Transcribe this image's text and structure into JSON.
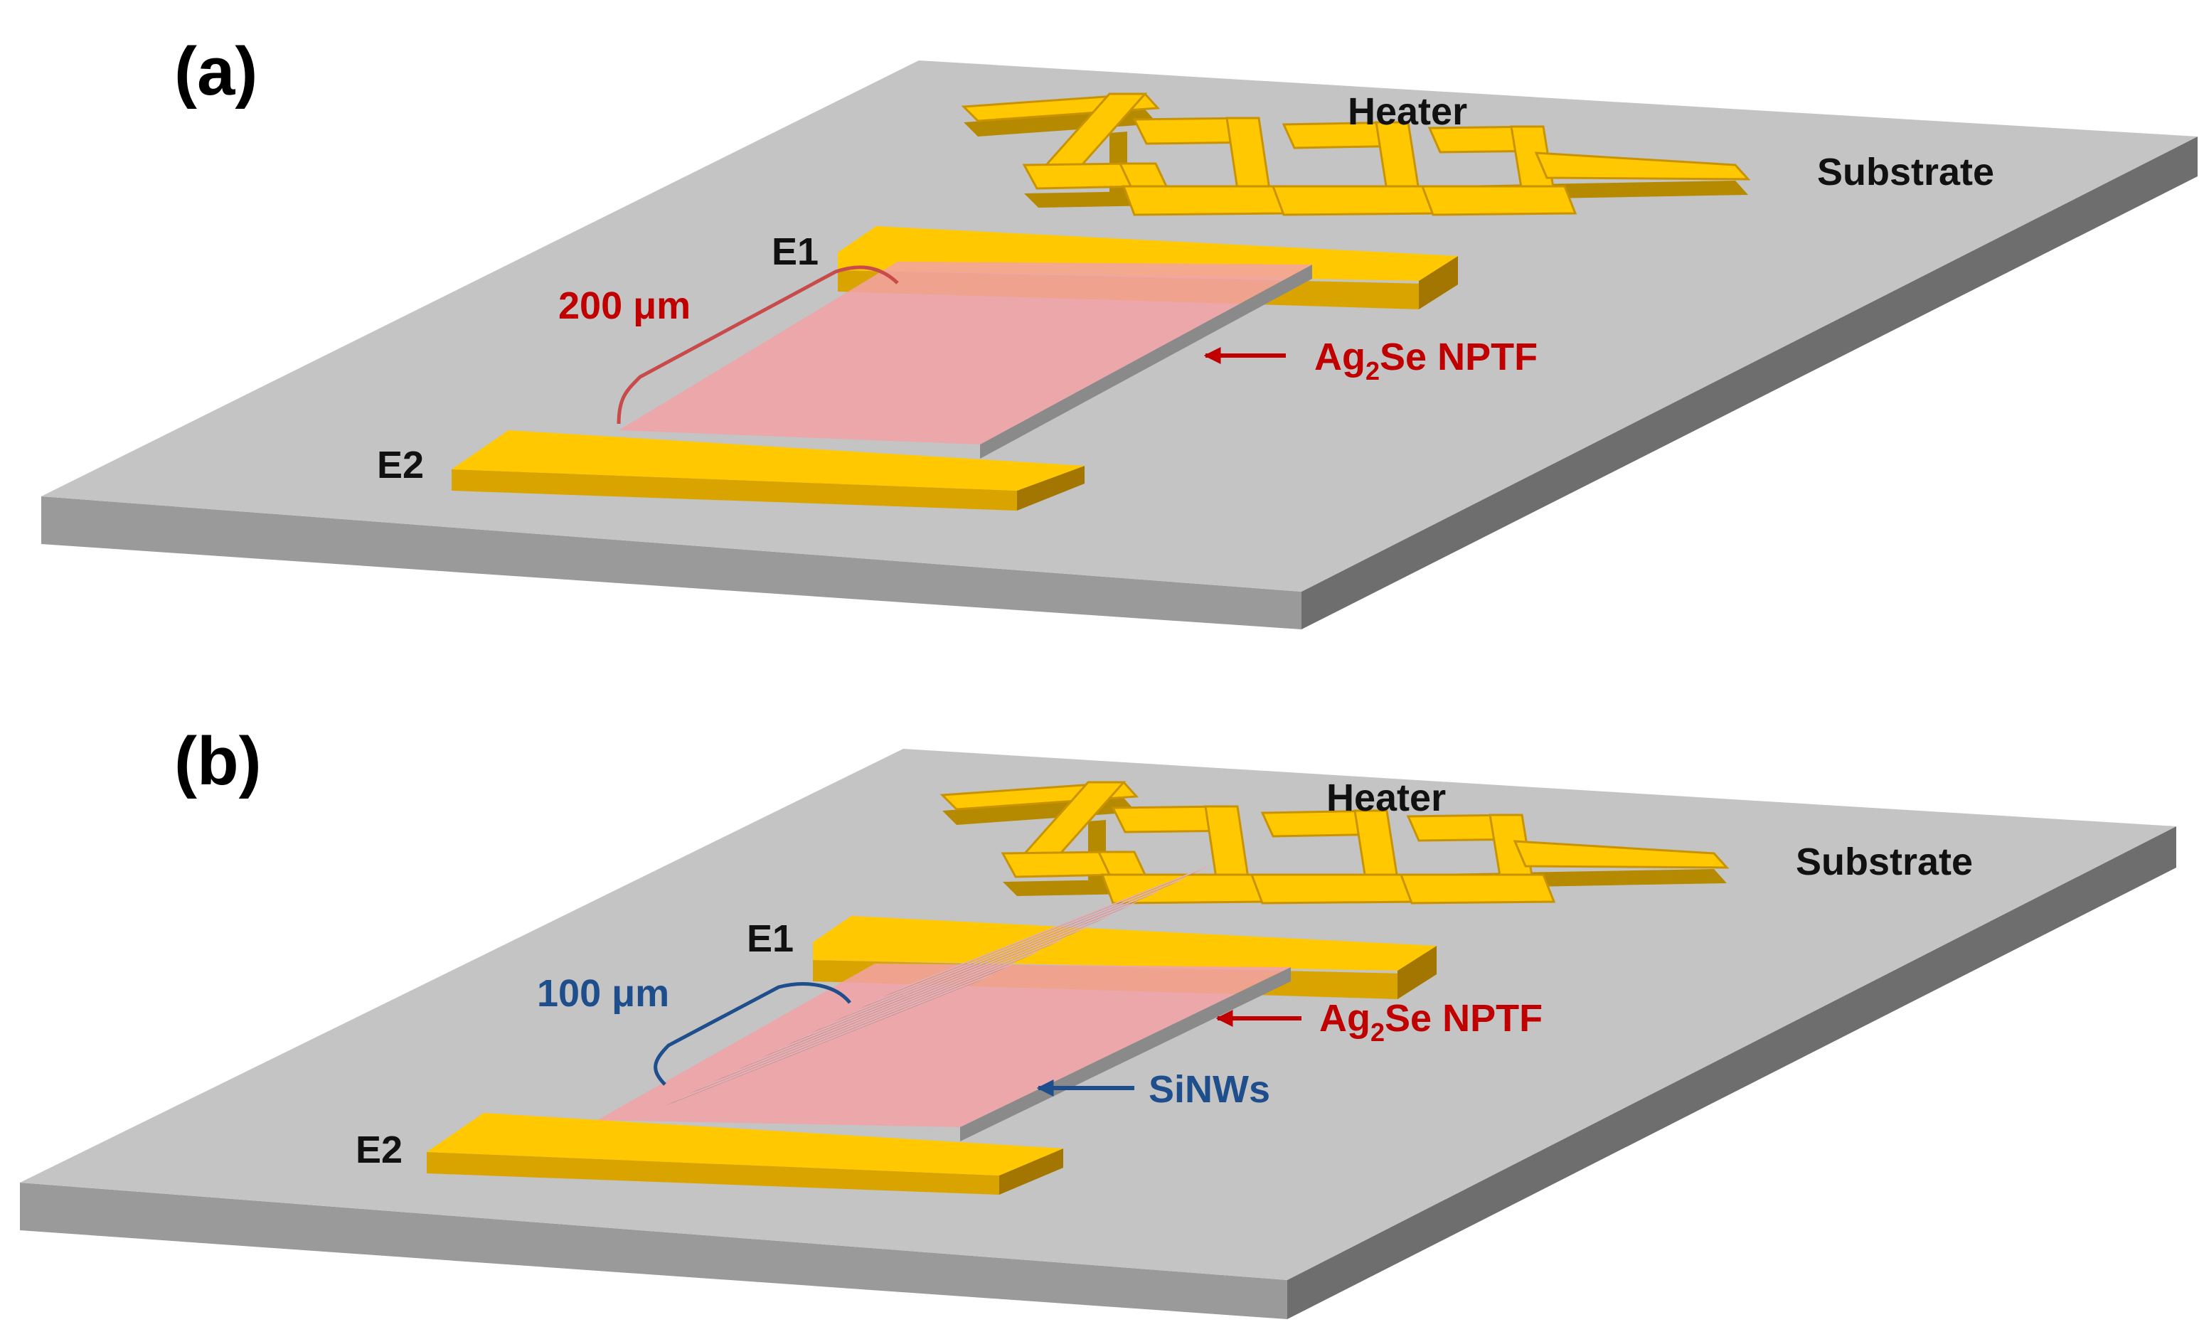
{
  "colors": {
    "substrate_top": "#c4c4c4",
    "substrate_front": "#9a9a9a",
    "substrate_side": "#6e6e6e",
    "gold_top": "#ffc800",
    "gold_front": "#d9a400",
    "gold_side": "#a27600",
    "film": "#f2a2a6",
    "film_shadow": "#8a8a8a",
    "nanowire_dark": "#8f6f73",
    "nanowire_light": "#e3b0b4",
    "red_annotation": "#c00000",
    "blue_annotation": "#1f4e8c"
  },
  "panels": [
    {
      "id": "a",
      "label": "(a)",
      "heater": "Heater",
      "substrate": "Substrate",
      "electrode_top": "E1",
      "electrode_bottom": "E2",
      "gap": "200 μm",
      "film_prefix": "Ag",
      "film_subscript": "2",
      "film_suffix": "Se NPTF",
      "nanowires": "",
      "nanowire_count": 0
    },
    {
      "id": "b",
      "label": "(b)",
      "heater": "Heater",
      "substrate": "Substrate",
      "electrode_top": "E1",
      "electrode_bottom": "E2",
      "gap": "100 μm",
      "film_prefix": "Ag",
      "film_subscript": "2",
      "film_suffix": "Se NPTF",
      "nanowires": "SiNWs",
      "nanowire_count": 10
    }
  ]
}
